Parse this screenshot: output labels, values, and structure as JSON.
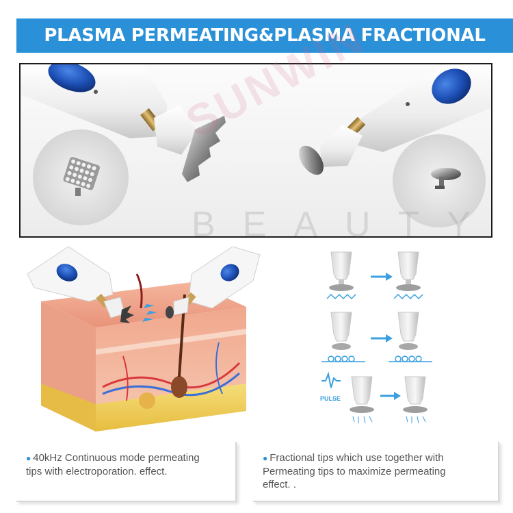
{
  "banner": {
    "title": "PLASMA PERMEATING&PLASMA FRACTIONAL"
  },
  "watermark": {
    "brand": "SUNWIN",
    "sub": "BEAUTY"
  },
  "steps": {
    "pulse_label": "PULSE"
  },
  "captions": {
    "left": {
      "line1": "40kHz Continuous mode permeating",
      "line2": "tips with electroporation. effect."
    },
    "right": {
      "line1": "Fractional tips which use together with",
      "line2": "Permeating tips to maximize permeating",
      "line3": "effect. ."
    }
  },
  "colors": {
    "accent": "#2a91d9",
    "arrow": "#3aa0e0",
    "skin": "#e8937a",
    "fat": "#f2cf5a"
  }
}
